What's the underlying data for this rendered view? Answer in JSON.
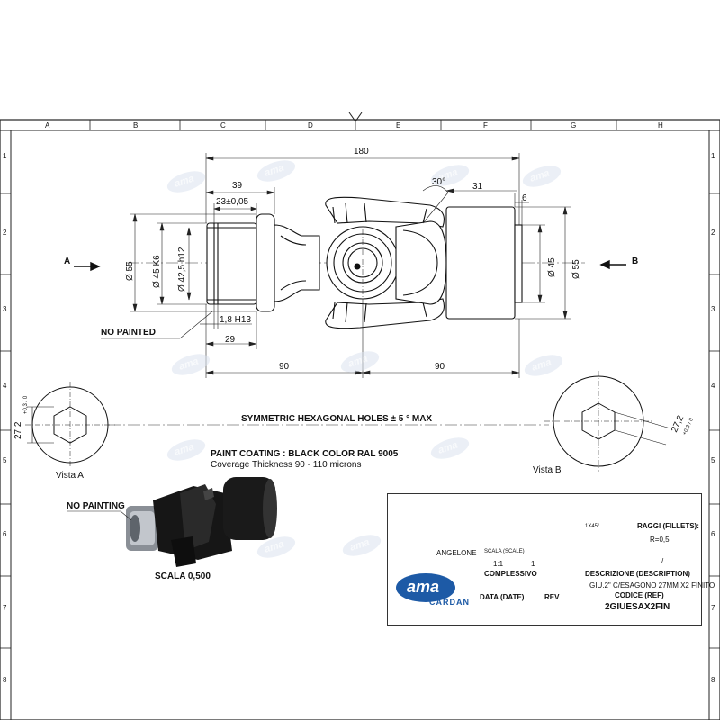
{
  "grid": {
    "columns": [
      "A",
      "B",
      "C",
      "D",
      "E",
      "F",
      "G",
      "H"
    ],
    "rows": [
      "1",
      "2",
      "3",
      "4",
      "5",
      "6",
      "7",
      "8"
    ]
  },
  "dimensions": {
    "overall": "180",
    "left_len": "39",
    "groove": "23±0,05",
    "angle": "30°",
    "right_31": "31",
    "right_6": "6",
    "dia55_left": "Ø 55",
    "dia45_left": "Ø 45 K6",
    "dia425": "Ø 42,5 h12",
    "dia45_right": "Ø 45",
    "dia55_right": "Ø 55",
    "slot": "1,8 H13",
    "d29": "29",
    "half_left": "90",
    "half_right": "90",
    "hex_left": "27,2",
    "hex_left_tol": "+0,3 / 0",
    "hex_right": "27,2",
    "hex_right_tol": "+0,3 / 0"
  },
  "view_arrows": {
    "a": "A",
    "b": "B"
  },
  "notes": {
    "no_painted": "NO PAINTED",
    "symmetric": "SYMMETRIC HEXAGONAL HOLES  ± 5 ° MAX",
    "paint1": "PAINT COATING : BLACK COLOR RAL 9005",
    "paint2": "Coverage Thickness 90 - 110 microns",
    "vista_a": "Vista  A",
    "vista_b": "Vista  B",
    "no_painting": "NO PAINTING",
    "scala": "SCALA  0,500"
  },
  "watermark": "ama",
  "title_block": {
    "raggi": "RAGGI (FILLETS):",
    "raggi_val": "R=0,5",
    "scala_label": "SCALA (SCALE)",
    "scala_val": "1:1",
    "qty_val": "1",
    "designer": "ANGELONE",
    "complessivo": "COMPLESSIVO",
    "descrizione_label": "DESCRIZIONE (DESCRIPTION)",
    "descrizione": "GIU.2\" C/ESAGONO 27MM X2 FINITO",
    "codice_label": "CODICE (REF)",
    "codice": "2GIUESAX2FIN",
    "data_label": "DATA (DATE)",
    "rev_label": "REV",
    "logo_main": "ama",
    "logo_sub": "CARDAN",
    "angle_val": "1X45°",
    "slash": "/"
  },
  "colors": {
    "logo": "#1d5aa6",
    "part": "#111111",
    "watermark": "#dbe3ef"
  }
}
